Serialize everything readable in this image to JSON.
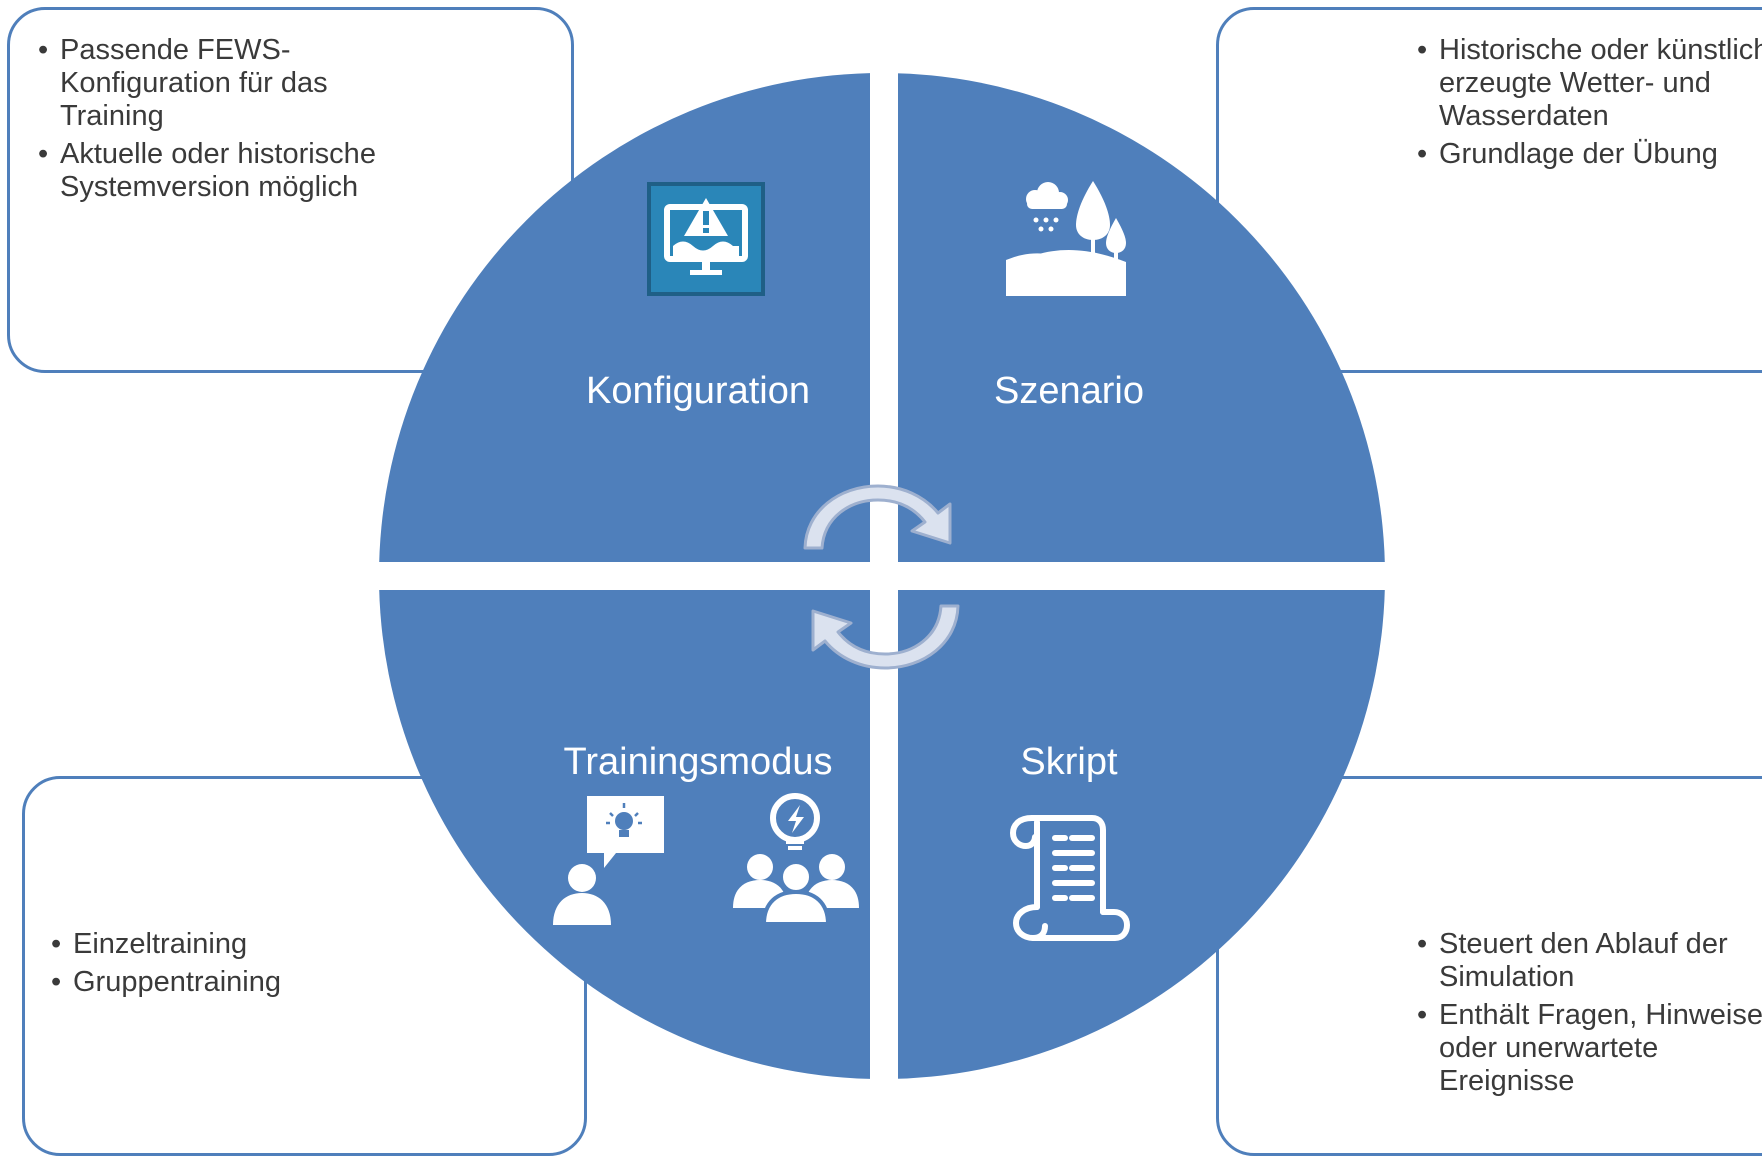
{
  "diagram": {
    "colors": {
      "circle": "#4f7fbb",
      "box_border": "#4f7fbb",
      "arrow_fill": "#dbe2ef",
      "arrow_stroke": "#9eb0cf",
      "icon_dark": "#1f5f86",
      "icon_light": "#2a86b8",
      "text": "#3a3a3a",
      "label": "#ffffff"
    },
    "quadrants": [
      {
        "label": "Konfiguration",
        "icon": "monitor-warning-icon"
      },
      {
        "label": "Szenario",
        "icon": "landscape-rain-icon"
      },
      {
        "label": "Trainingsmodus",
        "icon": "training-people-icon"
      },
      {
        "label": "Skript",
        "icon": "scroll-icon"
      }
    ],
    "boxes": {
      "top_left": [
        "Passende FEWS-Konfiguration für das Training",
        "Aktuelle oder historische Systemversion möglich"
      ],
      "top_right": [
        "Historische oder künstlich erzeugte Wetter- und Wasserdaten",
        "Grundlage der Übung"
      ],
      "bottom_left": [
        "Einzeltraining",
        "Gruppentraining"
      ],
      "bottom_right": [
        "Steuert den Ablauf der Simulation",
        "Enthält Fragen, Hinweise oder unerwartete Ereignisse"
      ]
    },
    "cycle_icon": "cycle-arrows-icon"
  }
}
